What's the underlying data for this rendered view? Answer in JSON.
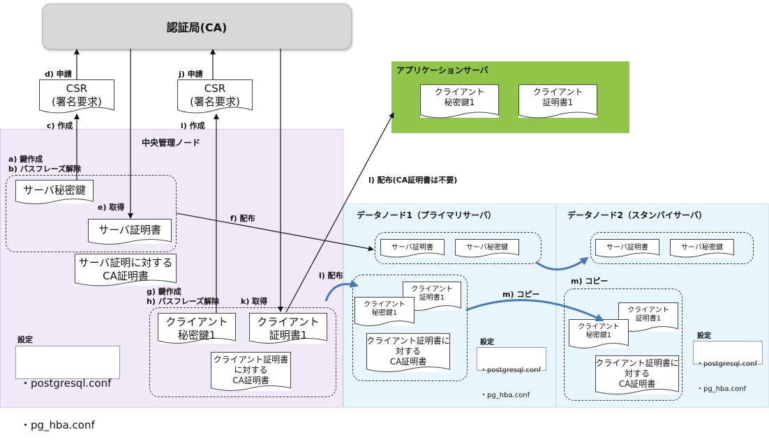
{
  "ca": {
    "title": "認証局(CA)"
  },
  "app_server": {
    "title": "アプリケーションサーバ",
    "client_key": [
      "クライアント",
      "秘密鍵1"
    ],
    "client_cert": [
      "クライアント",
      "証明書1"
    ]
  },
  "central": {
    "title": "中央管理ノード",
    "server_key": "サーバ秘密鍵",
    "server_cert": "サーバ証明書",
    "ca_cert": [
      "サーバ証明に対する",
      "CA証明書"
    ],
    "client_key": [
      "クライアント",
      "秘密鍵1"
    ],
    "client_cert": [
      "クライアント",
      "証明書1"
    ],
    "client_ca_cert": [
      "クライアント証明書",
      "に対する",
      "CA証明書"
    ],
    "settings_label": "設定",
    "settings": [
      "・postgresql.conf",
      "・pg_hba.conf"
    ]
  },
  "csr1": [
    "CSR",
    "(署名要求)"
  ],
  "csr2": [
    "CSR",
    "(署名要求)"
  ],
  "steps": {
    "a": "a) 鍵作成",
    "b": "b) パスフレーズ解除",
    "c": "c) 作成",
    "d": "d) 申請",
    "e": "e) 取得",
    "f": "f) 配布",
    "g": "g) 鍵作成",
    "h": "h) パスフレーズ解除",
    "i": "i) 作成",
    "j": "j) 申請",
    "k": "k) 取得",
    "l1": "l) 配布(CA証明書は不要)",
    "l2": "l) 配布",
    "m1": "m) コピー",
    "m2": "m) コピー"
  },
  "node1": {
    "title": "データノード1（プライマリサーバ）",
    "server_cert": "サーバ証明書",
    "server_key": "サーバ秘密鍵",
    "client_cert": [
      "クライアント",
      "証明書1"
    ],
    "client_key": [
      "クライアント",
      "秘密鍵1"
    ],
    "client_ca_cert": [
      "クライアント証明書に",
      "対する",
      "CA証明書"
    ],
    "settings_label": "設定",
    "settings": [
      "・postgresql.conf",
      "・pg_hba.conf"
    ]
  },
  "node2": {
    "title": "データノード2（スタンバイサーバ）",
    "server_cert": "サーバ証明書",
    "server_key": "サーバ秘密鍵",
    "client_cert": [
      "クライアント",
      "証明書1"
    ],
    "client_key": [
      "クライアント",
      "秘密鍵1"
    ],
    "client_ca_cert": [
      "クライアント証明書に",
      "対する",
      "CA証明書"
    ],
    "settings_label": "設定",
    "settings": [
      "・postgresql.conf",
      "・pg_hba.conf"
    ]
  },
  "colors": {
    "central_bg": "#efe9f8",
    "node_bg": "#e8f6fb",
    "app_bg": "#92c64a",
    "ca_bg": "#d8d8d8",
    "copy_arrow": "#4a79ad"
  }
}
